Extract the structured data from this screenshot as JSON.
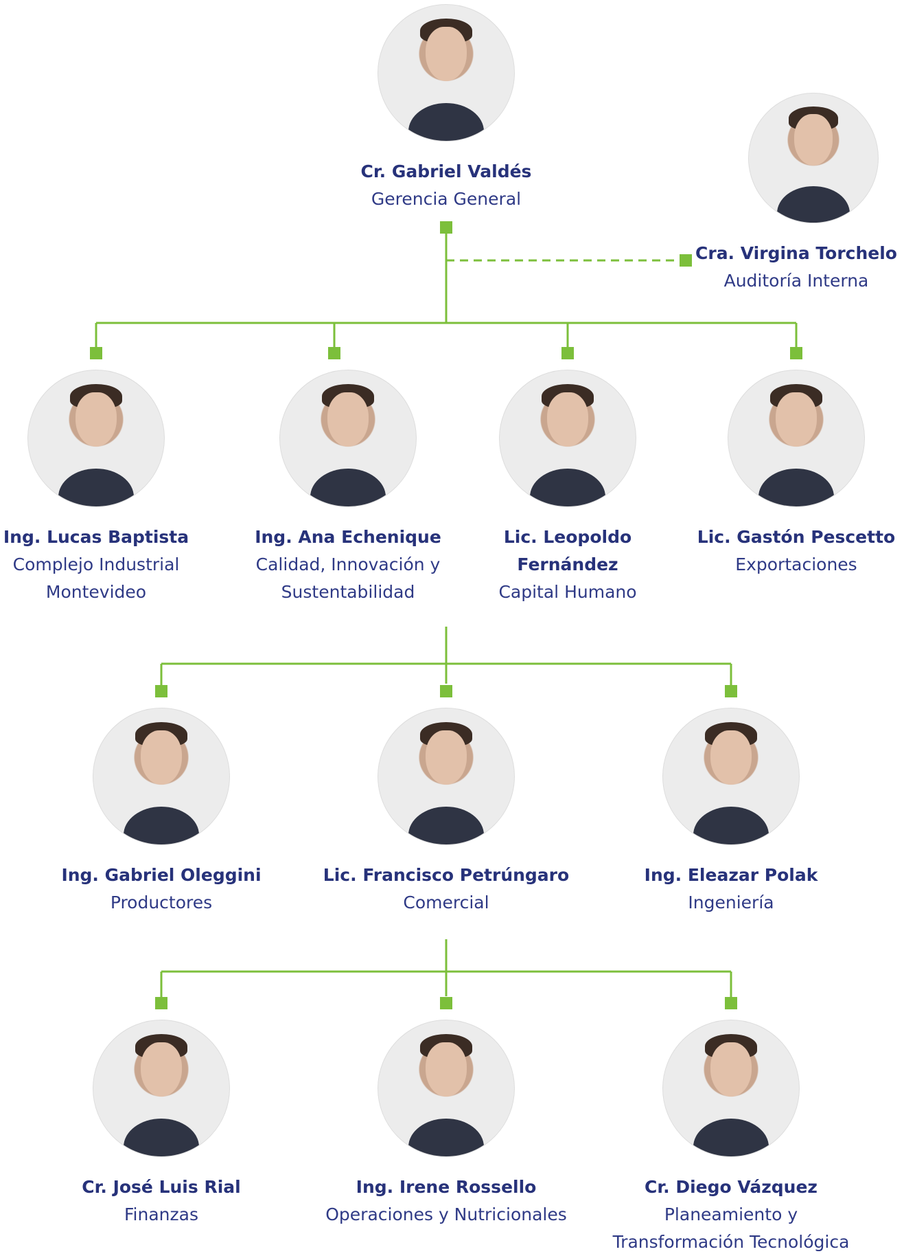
{
  "colors": {
    "connector": "#7cbf3b",
    "name": "#27327a",
    "role": "#2f3a86"
  },
  "ceo": {
    "name": "Cr. Gabriel Valdés",
    "role": "Gerencia General"
  },
  "audit": {
    "name": "Cra. Virgina Torchelo",
    "role": "Auditoría Interna"
  },
  "row1": [
    {
      "name": "Ing. Lucas Baptista",
      "role": "Complejo Industrial Montevideo"
    },
    {
      "name": "Ing. Ana Echenique",
      "role": "Calidad, Innovación y Sustentabilidad"
    },
    {
      "name": "Lic. Leopoldo Fernández",
      "role": "Capital Humano"
    },
    {
      "name": "Lic. Gastón Pescetto",
      "role": "Exportaciones"
    }
  ],
  "row2": [
    {
      "name": "Ing. Gabriel Oleggini",
      "role": "Productores"
    },
    {
      "name": "Lic. Francisco Petrúngaro",
      "role": "Comercial"
    },
    {
      "name": "Ing. Eleazar Polak",
      "role": "Ingeniería"
    }
  ],
  "row3": [
    {
      "name": "Cr. José Luis Rial",
      "role": "Finanzas"
    },
    {
      "name": "Ing. Irene Rossello",
      "role": "Operaciones y Nutricionales"
    },
    {
      "name": "Cr. Diego Vázquez",
      "role": "Planeamiento y Transformación Tecnológica"
    }
  ]
}
